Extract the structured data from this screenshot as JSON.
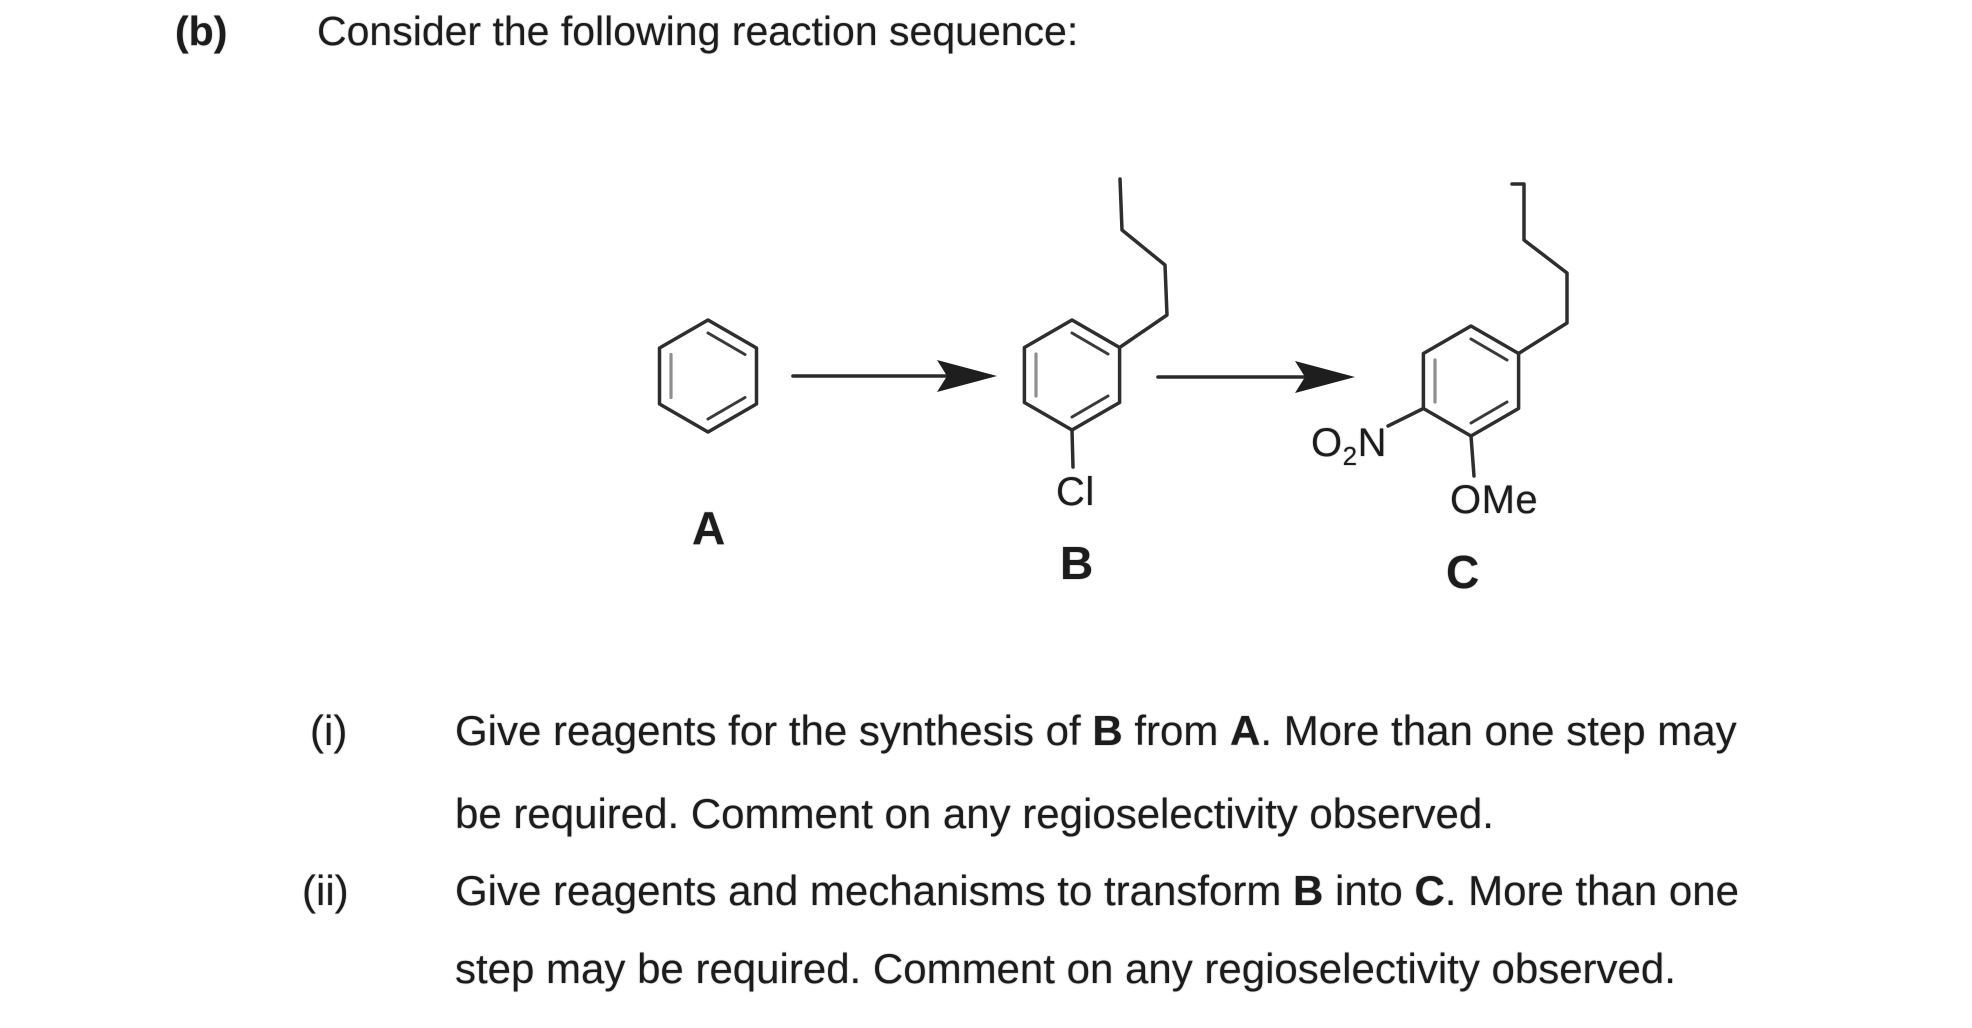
{
  "page": {
    "background": "#ffffff",
    "ink": "#1c1c1c"
  },
  "header": {
    "section_label": "(b)",
    "title": "Consider the following reaction sequence:"
  },
  "scheme": {
    "compound_a": {
      "label": "A"
    },
    "compound_b": {
      "label": "B",
      "chloro_label": "Cl"
    },
    "compound_c": {
      "label": "C",
      "methoxy_label": "OMe",
      "nitro_label": {
        "o": "O",
        "sub": "2",
        "n": "N"
      }
    }
  },
  "questions": [
    {
      "marker": "(i)",
      "line1": {
        "t1": "Give reagents for the synthesis of ",
        "b1": "B",
        "t2": " from ",
        "b2": "A",
        "t3": ". More than one step may"
      },
      "line2": "be required. Comment on any regioselectivity observed."
    },
    {
      "marker": "(ii)",
      "line1": {
        "t1": "Give reagents and mechanisms to transform ",
        "b1": "B",
        "t2": " into ",
        "b2": "C",
        "t3": ". More than one"
      },
      "line2": "step may be required. Comment on any regioselectivity observed."
    }
  ]
}
